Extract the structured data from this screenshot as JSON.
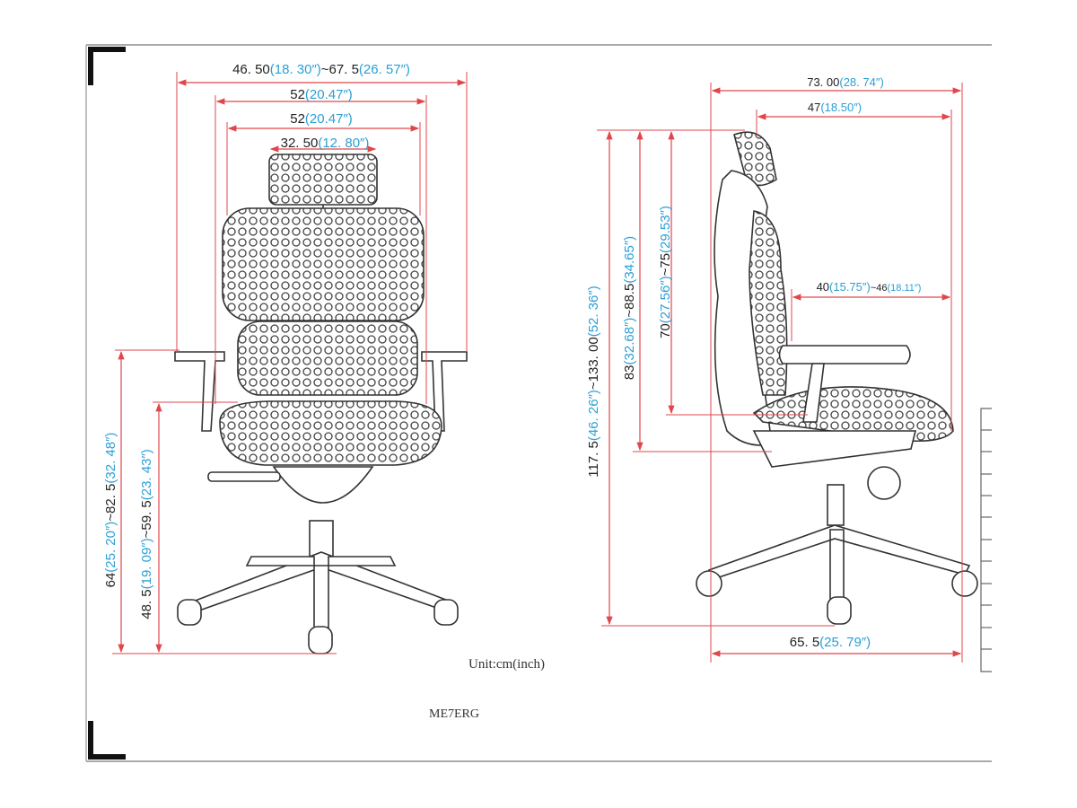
{
  "front_view": {
    "overall_width": {
      "min": "46. 50",
      "min_in": "(18. 30″)",
      "max": "~67. 5",
      "max_in": "(26. 57″)"
    },
    "back_width": {
      "cm": "52",
      "in": "(20.47″)"
    },
    "seat_width": {
      "cm": "52",
      "in": "(20.47″)"
    },
    "headrest_width": {
      "cm": "32. 50",
      "in": "(12. 80″)"
    },
    "arm_height": {
      "min": "64",
      "min_in": "(25. 20″)",
      "max": "~82. 5",
      "max_in": "(32. 48″)"
    },
    "seat_height": {
      "min": "48. 5",
      "min_in": "(19. 09″)",
      "max": "~59. 5",
      "max_in": "(23. 43″)"
    }
  },
  "side_view": {
    "overall_depth": {
      "cm": "73. 00",
      "in": "(28. 74″)"
    },
    "seat_depth": {
      "cm": "47",
      "in": "(18.50″)"
    },
    "seat_depth_adjust": {
      "min": "40",
      "min_in": "(15.75″)",
      "max": "~46",
      "max_in": "(18.11″)"
    },
    "base_depth": {
      "cm": "65. 5",
      "in": "(25. 79″)"
    },
    "overall_height": {
      "min": "117. 5",
      "min_in": "(46. 26″)",
      "max": "~133. 00",
      "max_in": "(52. 36″)"
    },
    "back_height": {
      "min": "83",
      "min_in": "(32.68″)",
      "max": "~88.5",
      "max_in": "(34.65″)"
    },
    "backrest_height": {
      "min": "70",
      "min_in": "(27.56″)",
      "max": "~75",
      "max_in": "(29.53″)"
    }
  },
  "unit_label": "Unit:cm(inch)",
  "model": "ME7ERG",
  "colors": {
    "dimension_line": "#e0474c",
    "inch_text": "#2a9fd6",
    "cm_text": "#222222"
  }
}
